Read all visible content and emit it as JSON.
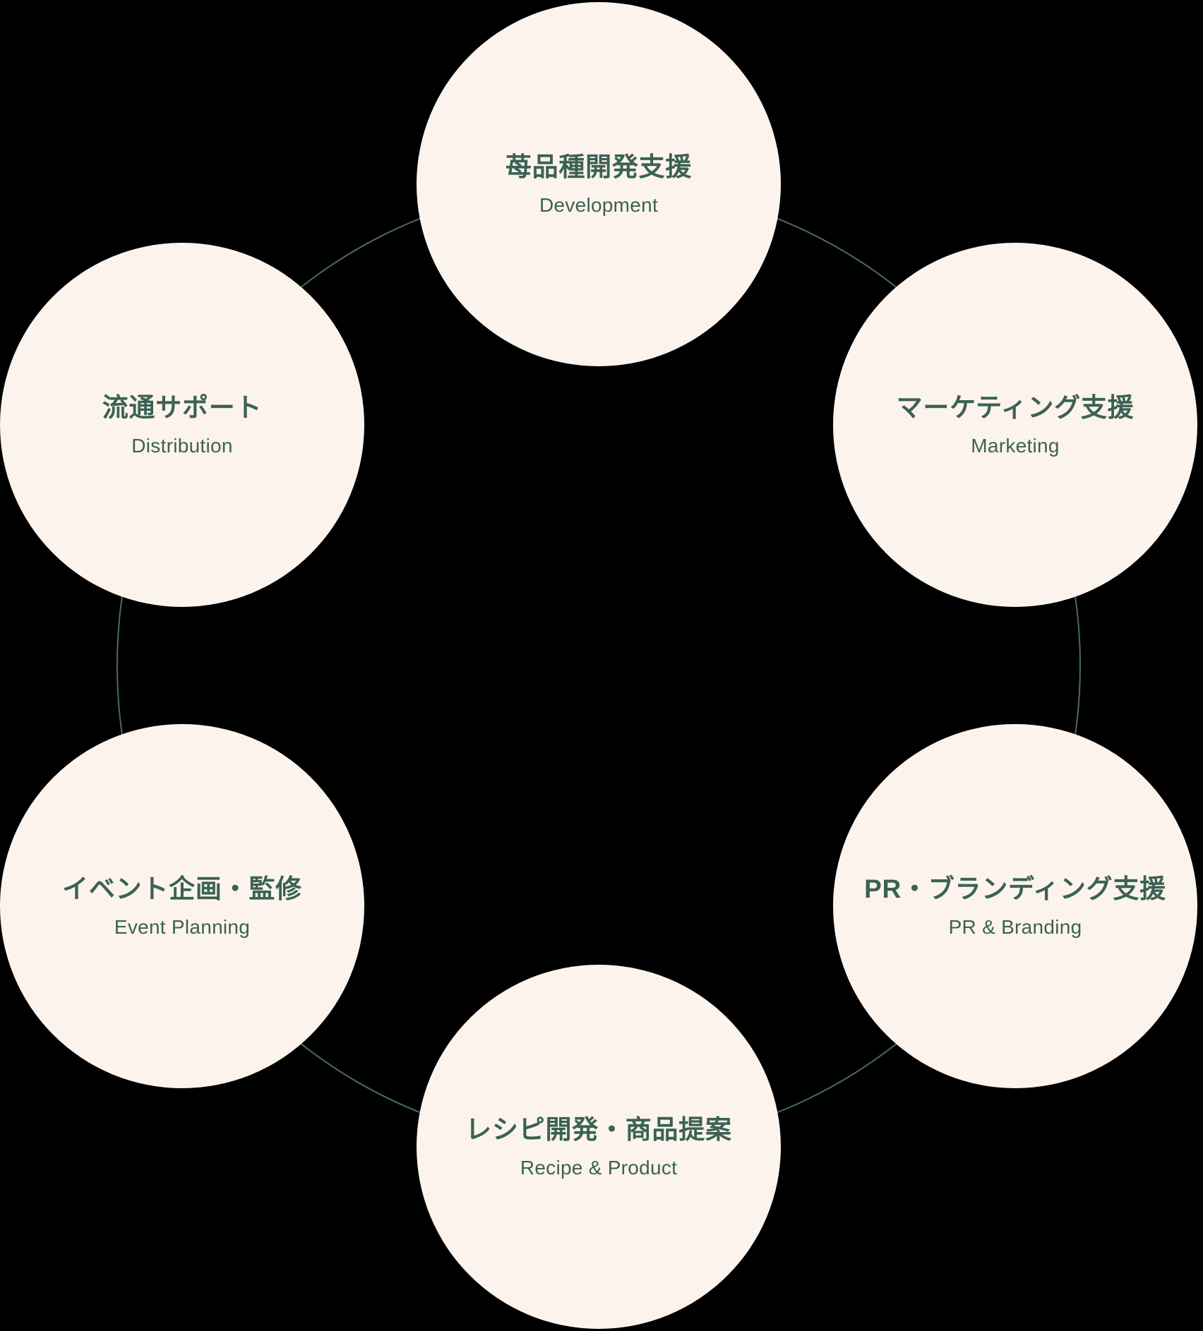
{
  "diagram": {
    "description": "circular-services-diagram",
    "colors": {
      "background": "#000000",
      "circle_fill": "#FCF4EC",
      "text": "#3B6155",
      "ring_stroke": "#4A6B5F"
    },
    "services": [
      {
        "id": "development",
        "jp": "苺品種開発支援",
        "en": "Development",
        "position": "top"
      },
      {
        "id": "marketing",
        "jp": "マーケティング支援",
        "en": "Marketing",
        "position": "top-right"
      },
      {
        "id": "pr-branding",
        "jp": "PR・ブランディング支援",
        "en": "PR & Branding",
        "position": "bottom-right"
      },
      {
        "id": "recipe-product",
        "jp": "レシピ開発・商品提案",
        "en": "Recipe & Product",
        "position": "bottom"
      },
      {
        "id": "event-planning",
        "jp": "イベント企画・監修",
        "en": "Event Planning",
        "position": "bottom-left"
      },
      {
        "id": "distribution",
        "jp": "流通サポート",
        "en": "Distribution",
        "position": "top-left"
      }
    ]
  }
}
